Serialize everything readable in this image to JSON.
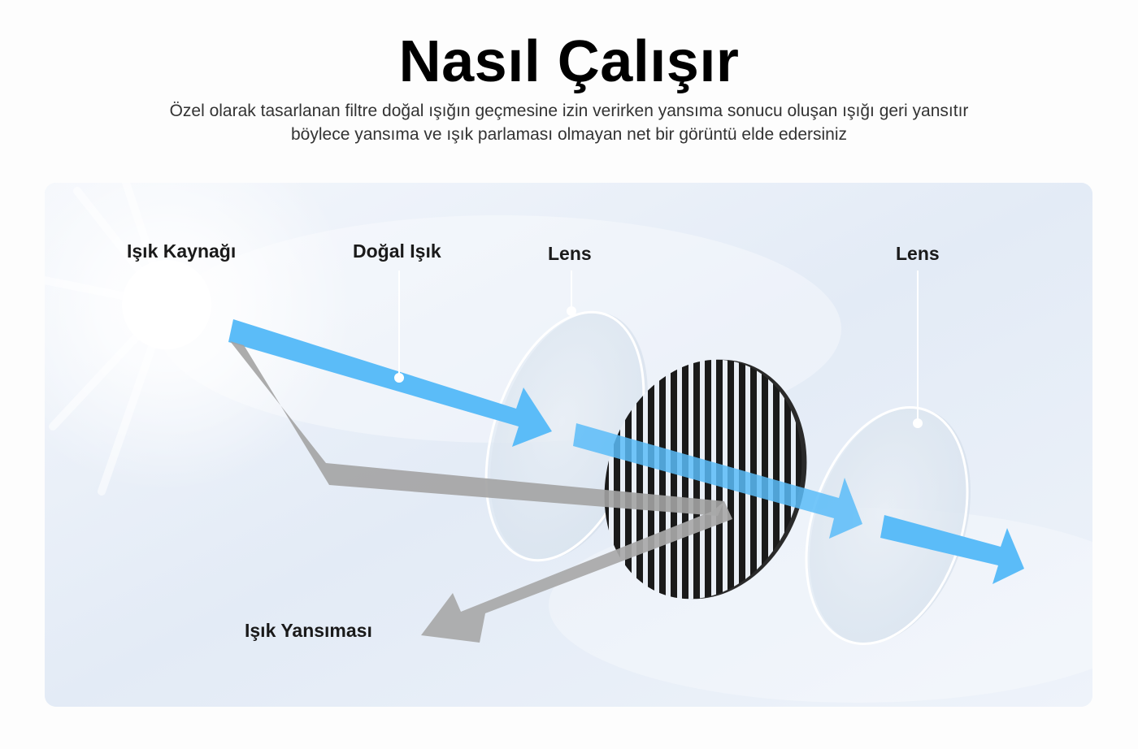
{
  "header": {
    "title": "Nasıl Çalışır",
    "description_line1": "Özel olarak tasarlanan filtre doğal ışığın geçmesine izin verirken yansıma sonucu oluşan ışığı geri yansıtır",
    "description_line2": "böylece yansıma ve ışık parlaması olmayan net bir görüntü elde edersiniz"
  },
  "diagram": {
    "labels": {
      "light_source": "Işık Kaynağı",
      "natural_light": "Doğal Işık",
      "lens_front": "Lens",
      "lens_back": "Lens",
      "light_reflection": "Işık Yansıması"
    },
    "colors": {
      "natural_light_beam": "#5bbcf8",
      "reflection_beam": "#a9a9a9",
      "filter": "#1c1c1c",
      "panel_background": "#e7eef8"
    }
  }
}
